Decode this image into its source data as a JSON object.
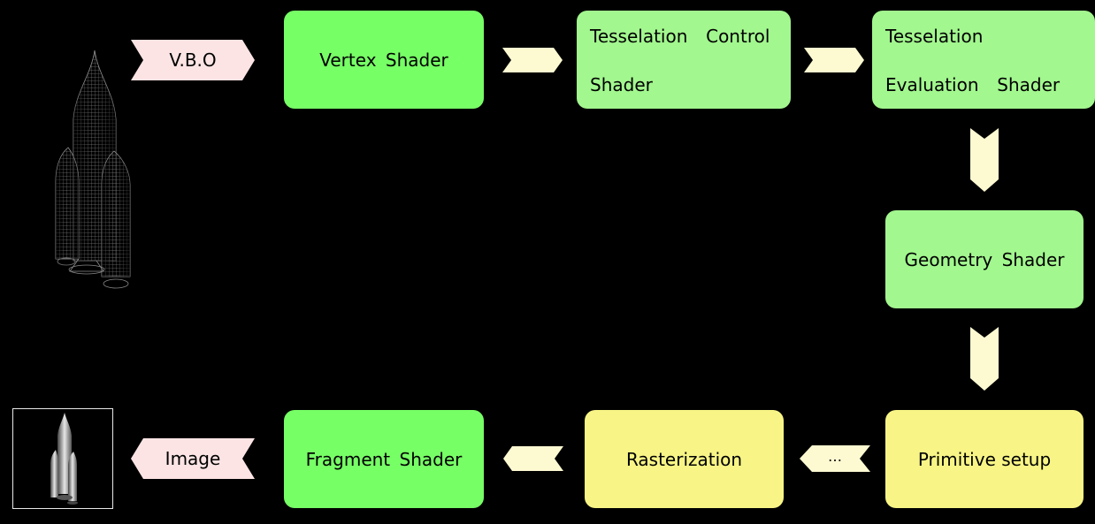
{
  "colors": {
    "shader_stage": "#77ff66",
    "tessellation_geometry_stage": "#a2f78e",
    "fixed_stage": "#f8f586",
    "tag_fill": "#fce4e4",
    "arrow_fill": "#fdfad2"
  },
  "input_tag": "V.B.O",
  "output_tag": "Image",
  "stages": {
    "vertex": "Vertex Shader",
    "tess_control": [
      "Tesselation  Control",
      "Shader"
    ],
    "tess_eval": [
      "Tesselation",
      "Evaluation  Shader"
    ],
    "geometry": "Geometry Shader",
    "primitive": "Primitive setup",
    "raster": "Rasterization",
    "fragment": "Fragment Shader"
  },
  "ellipsis_arrow": "…"
}
